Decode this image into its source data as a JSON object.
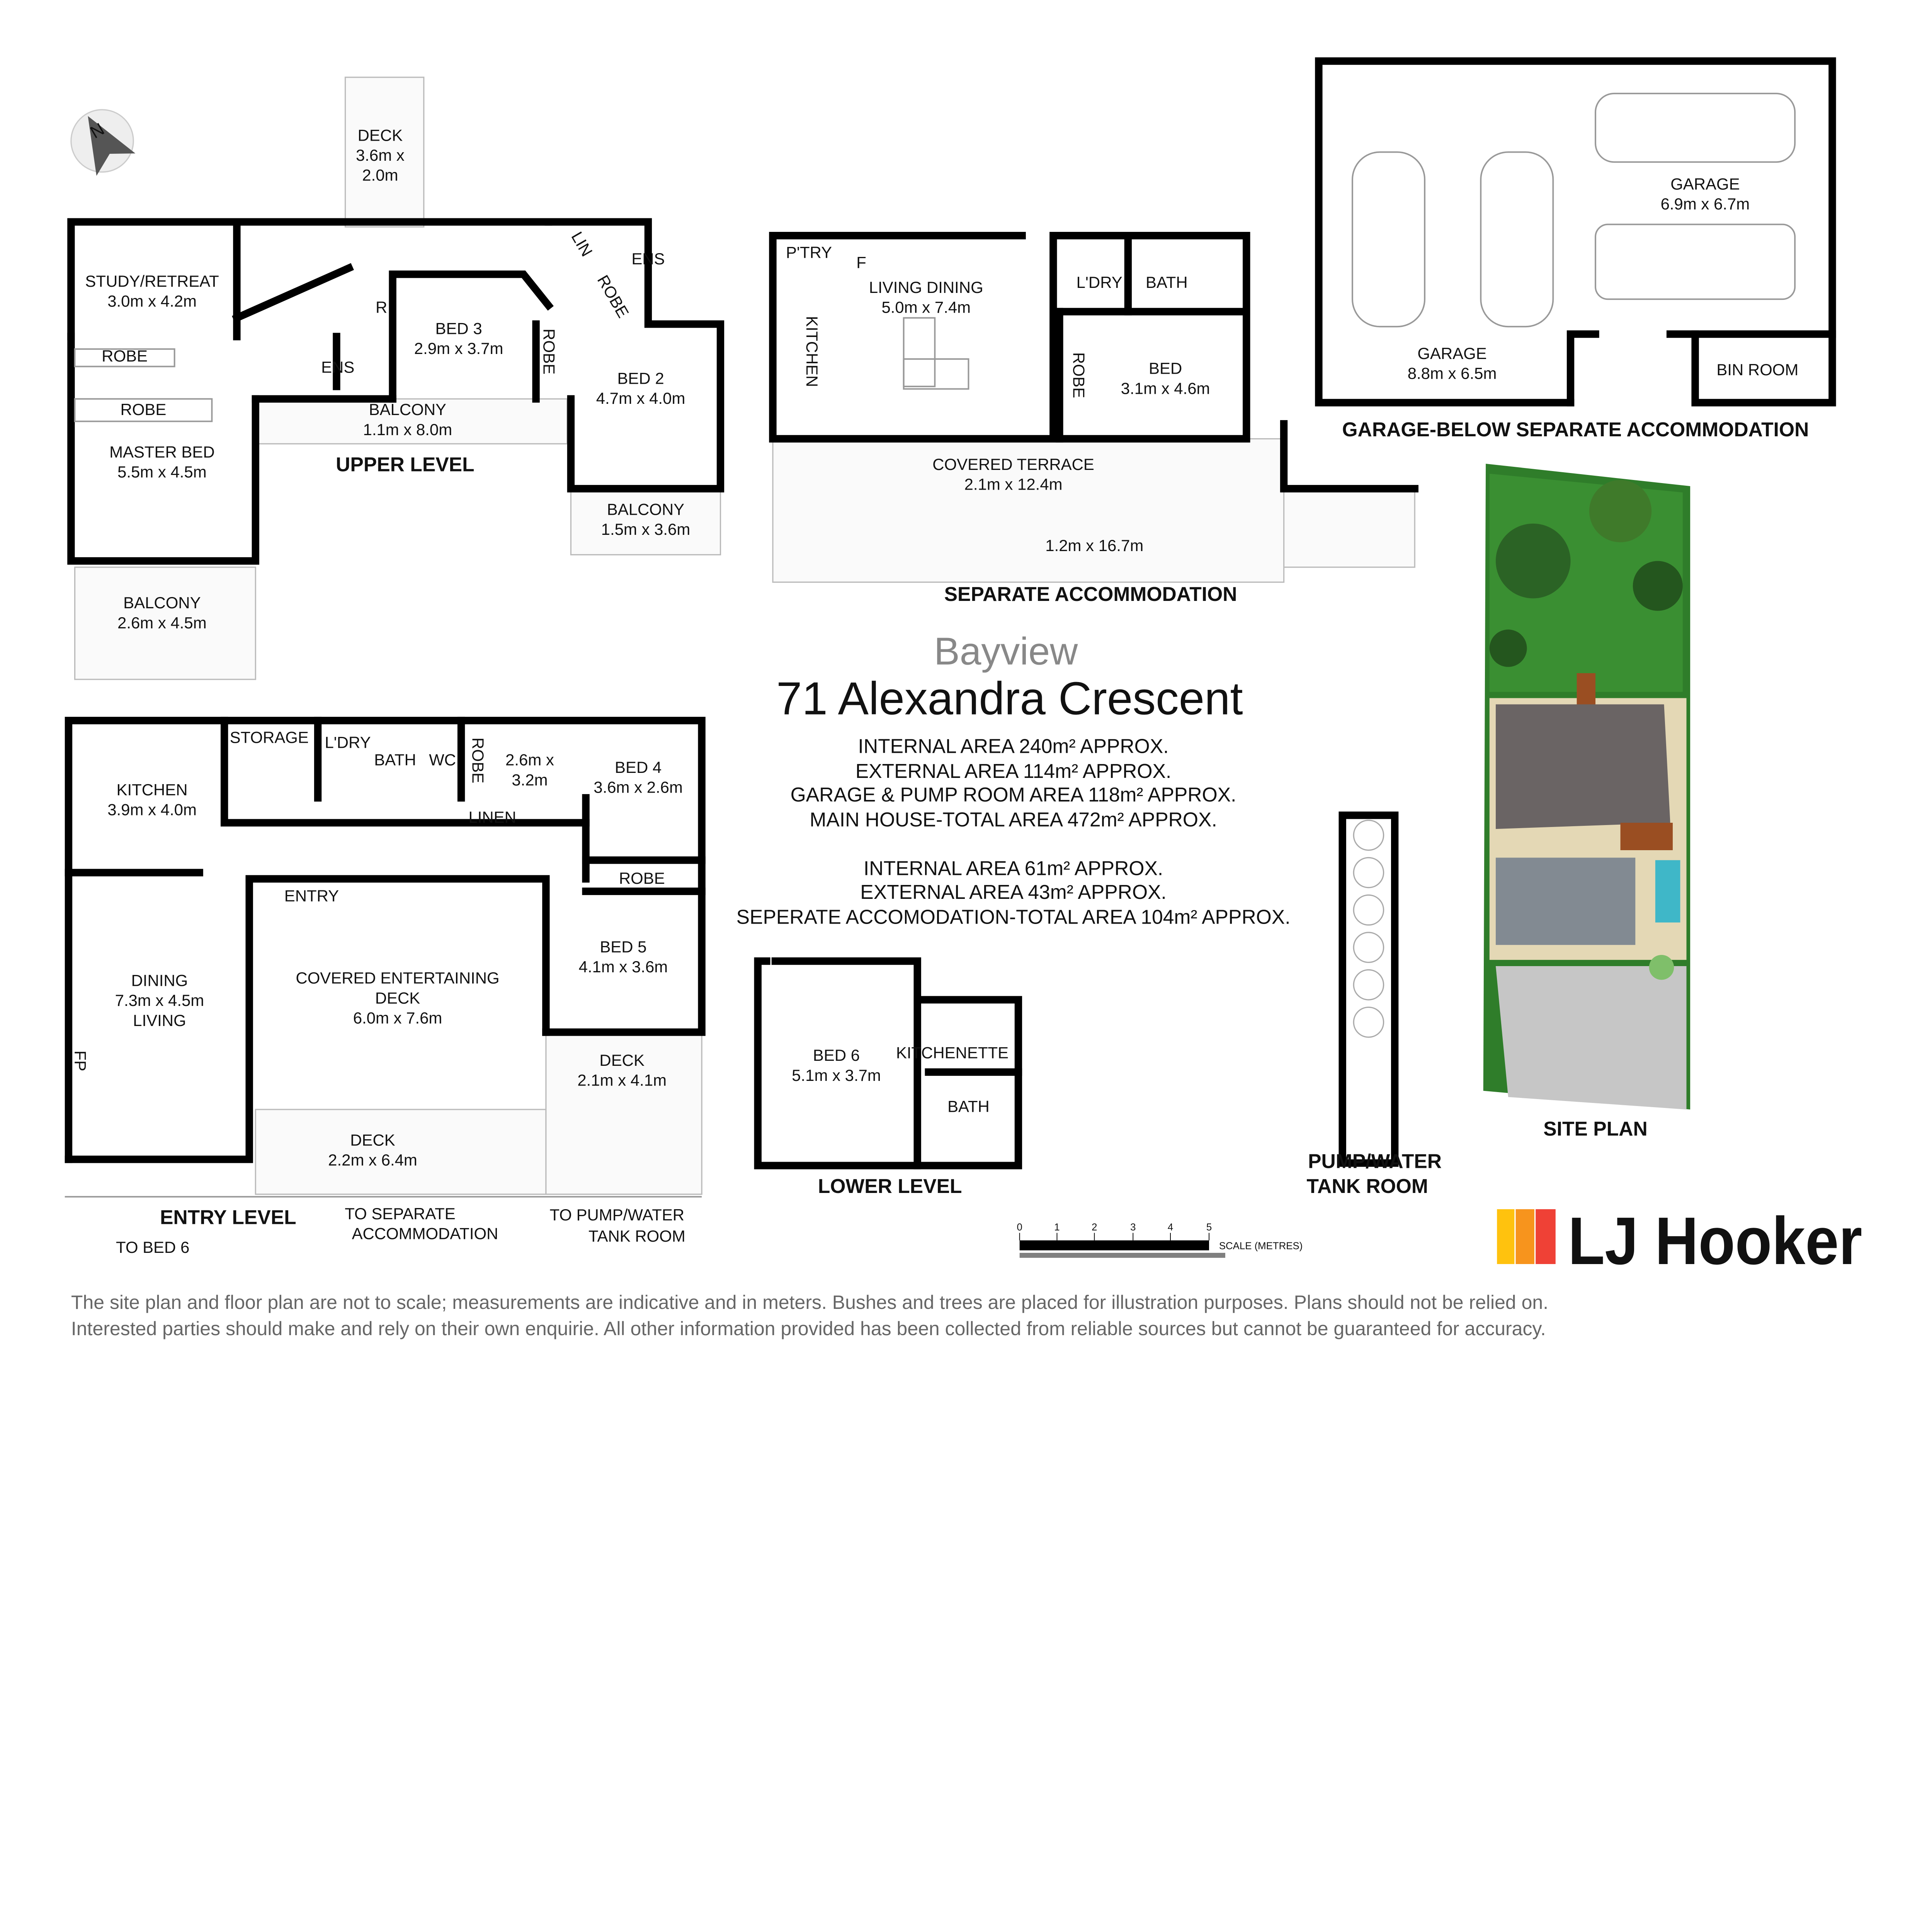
{
  "upper": {
    "title": "UPPER LEVEL",
    "rooms": [
      {
        "lines": [
          "DECK",
          "3.6m x",
          "2.0m"
        ]
      },
      {
        "lines": [
          "STUDY/RETREAT",
          "3.0m x 4.2m"
        ]
      },
      {
        "lines": [
          "BED 3",
          "2.9m x 3.7m"
        ]
      },
      {
        "lines": [
          "BED 2",
          "4.7m x 4.0m"
        ]
      },
      {
        "lines": [
          "MASTER BED",
          "5.5m x 4.5m"
        ]
      },
      {
        "lines": [
          "BALCONY",
          "1.1m x 8.0m"
        ]
      },
      {
        "lines": [
          "BALCONY",
          "1.5m x 3.6m"
        ]
      },
      {
        "lines": [
          "BALCONY",
          "2.6m x 4.5m"
        ]
      }
    ],
    "tags": [
      "ENS",
      "ENS",
      "ROBE",
      "ROBE",
      "ROBE",
      "ROBE",
      "LIN",
      "R"
    ]
  },
  "separate": {
    "title": "SEPARATE ACCOMMODATION",
    "rooms": [
      {
        "lines": [
          "LIVING DINING",
          "5.0m x 7.4m"
        ]
      },
      {
        "lines": [
          "BED",
          "3.1m x 4.6m"
        ]
      },
      {
        "lines": [
          "COVERED TERRACE",
          "2.1m x 12.4m"
        ]
      },
      {
        "lines": [
          "1.2m x 16.7m"
        ]
      }
    ],
    "tags": [
      "P'TRY",
      "F",
      "KITCHEN",
      "L'DRY",
      "BATH",
      "ROBE"
    ]
  },
  "garage": {
    "title": "GARAGE-BELOW SEPARATE ACCOMMODATION",
    "rooms": [
      {
        "lines": [
          "GARAGE",
          "6.9m x 6.7m"
        ]
      },
      {
        "lines": [
          "GARAGE",
          "8.8m x 6.5m"
        ]
      },
      {
        "lines": [
          "BIN ROOM"
        ]
      }
    ]
  },
  "site_plan": {
    "title": "SITE PLAN"
  },
  "header": {
    "suburb": "Bayview",
    "address": "71 Alexandra Crescent",
    "areas_main": [
      "INTERNAL AREA 240m² APPROX.",
      "EXTERNAL AREA 114m² APPROX.",
      "GARAGE & PUMP ROOM AREA 118m² APPROX.",
      "MAIN HOUSE-TOTAL AREA 472m² APPROX."
    ],
    "areas_separate": [
      "INTERNAL AREA 61m² APPROX.",
      "EXTERNAL AREA 43m² APPROX.",
      "SEPERATE ACCOMODATION-TOTAL AREA 104m² APPROX."
    ]
  },
  "entry": {
    "title": "ENTRY LEVEL",
    "rooms": [
      {
        "lines": [
          "KITCHEN",
          "3.9m x 4.0m"
        ]
      },
      {
        "lines": [
          "DINING",
          "7.3m x 4.5m",
          "LIVING"
        ]
      },
      {
        "lines": [
          "COVERED ENTERTAINING",
          "DECK",
          "6.0m x 7.6m"
        ]
      },
      {
        "lines": [
          "2.6m x",
          "3.2m"
        ]
      },
      {
        "lines": [
          "BED 4",
          "3.6m x 2.6m"
        ]
      },
      {
        "lines": [
          "BED 5",
          "4.1m x 3.6m"
        ]
      },
      {
        "lines": [
          "DECK",
          "2.1m x 4.1m"
        ]
      },
      {
        "lines": [
          "DECK",
          "2.2m x 6.4m"
        ]
      }
    ],
    "tags": [
      "STORAGE",
      "L'DRY",
      "BATH",
      "WC",
      "ROBE",
      "LINEN",
      "ROBE",
      "ENTRY",
      "FP"
    ],
    "notes": [
      {
        "lines": [
          "TO BED 6"
        ]
      },
      {
        "lines": [
          "TO SEPARATE",
          "ACCOMMODATION"
        ]
      },
      {
        "lines": [
          "TO PUMP/WATER",
          "TANK ROOM"
        ]
      }
    ]
  },
  "lower": {
    "title": "LOWER LEVEL",
    "rooms": [
      {
        "lines": [
          "BED 6",
          "5.1m x 3.7m"
        ]
      },
      {
        "lines": [
          "KITCHENETTE"
        ]
      },
      {
        "lines": [
          "BATH"
        ]
      }
    ]
  },
  "pump": {
    "title_lines": [
      "PUMP/WATER",
      "TANK ROOM"
    ]
  },
  "scale": {
    "ticks": [
      "0",
      "1",
      "2",
      "3",
      "4",
      "5"
    ],
    "label": "SCALE (METRES)"
  },
  "logo": {
    "text": "LJ Hooker",
    "colors": [
      "#FFC20E",
      "#F7941D",
      "#EF4136"
    ]
  },
  "disclaimer": [
    "The site plan and floor plan are not to scale; measurements are indicative and in meters. Bushes and trees are placed for illustration purposes. Plans should not be relied on.",
    "Interested parties should make and rely on their own enquirie. All other information provided has been collected from reliable sources but cannot be guaranteed for accuracy."
  ]
}
